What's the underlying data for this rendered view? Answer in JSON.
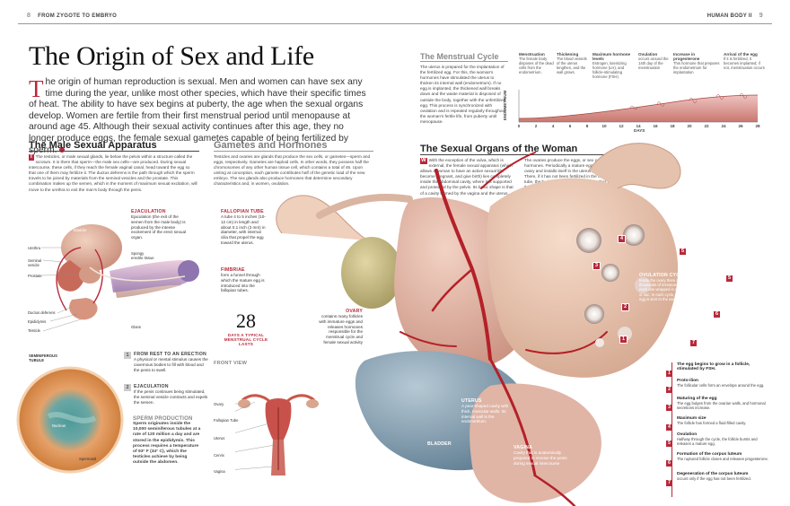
{
  "header": {
    "left_page": "8",
    "left_title": "FROM ZYGOTE TO EMBRYO",
    "right_title": "HUMAN BODY II",
    "right_page": "9"
  },
  "title": "The Origin of Sex and Life",
  "intro": {
    "dropcap": "T",
    "text": "he origin of human reproduction is sexual. Men and women can have sex any time during the year, unlike most other species, which have their specific times of heat. The ability to have sex begins at puberty, the age when the sexual organs develop. Women are fertile from their first menstrual period until menopause at around age 45. Although their sexual activity continues after this age, they no longer produce eggs, the female sexual gametes capable of being fertilized by sperm."
  },
  "male": {
    "heading": "The Male Sexual Apparatus",
    "body": "The testicles, or male sexual glands, lie below the pelvis within a structure called the scrotum. It is there that sperm—the male sex cells—are produced. During sexual intercourse, these cells, if they reach the female vaginal canal, head toward the egg so that one of them may fertilize it. The ductus deferens is the path through which the sperm travels to be joined by materials from the seminal vesicles and the prostate. This combination makes up the semen, which in the moment of maximum sexual excitation, will move to the urethra to exit the man's body through the penis.",
    "labels": {
      "bladder": "Bladder",
      "urethra": "Urethra",
      "seminal_vesicle": "Seminal vesicle",
      "prostate": "Prostate",
      "ductus_deferens": "Ductus deferens",
      "epididymis": "Epididymis",
      "testicle": "Testicle",
      "glans": "Glans",
      "spongy_tissue": "Spongy erectile tissue",
      "seminiferous_tubule": "SEMINIFEROUS TUBULE",
      "spermatid": "Spermatid",
      "nucleus": "Nucleus"
    },
    "ejaculation_caption": {
      "head": "EJACULATION",
      "text": "Ejaculation (the exit of the semen from the male body) is produced by the intense excitement of the erect sexual organ."
    },
    "steps": [
      {
        "num": "1",
        "head": "FROM REST TO AN ERECTION",
        "text": "A physical or mental stimulus causes the cavernous bodies to fill with blood and the penis to swell."
      },
      {
        "num": "2",
        "head": "EJACULATION",
        "text": "If the penis continues being stimulated, the seminal vesicle contracts and expels the semen."
      }
    ],
    "sperm": {
      "head": "SPERM PRODUCTION",
      "text": "Sperm originates inside the 10,000 seminiferous tubules at a rate of 120 million a day and are stored in the epididymis. This process requires a temperature of 93° F (34° C), which the testicles achieve by being outside the abdomen."
    }
  },
  "gametes": {
    "heading": "Gametes and Hormones",
    "body": "Testicles and ovaries are glands that produce the sex cells, or gametes—sperm and eggs, respectively. Gametes are haploid cells. In other words, they possess half the chromosomes of any other human tissue cell, which contains a total of 46. Upon uniting at conception, each gamete contributes half of the genetic load of the new embryo. The sex glands also produce hormones that determine secondary characteristics and, in women, ovulation.",
    "fallopian": {
      "head": "FALLOPIAN TUBE",
      "text": "A tube 4 to 5 inches (10-12 cm) in length and about 0.1 inch (3 mm) in diameter, with internal cilia that propel the egg toward the uterus."
    },
    "fimbriae": {
      "head": "FIMBRIAE",
      "text": "form a funnel through which the mature egg is introduced into the fallopian tubes."
    },
    "ovary": {
      "head": "OVARY",
      "text": "contains many follicles with immature eggs and releases hormones responsible for the menstrual cycle and female sexual activity"
    },
    "stat": {
      "number": "28",
      "label": "DAYS A TYPICAL MENSTRUAL CYCLE LASTS"
    },
    "front_view": {
      "head": "FRONT VIEW",
      "labels": [
        "Ovary",
        "Fallopian Tube",
        "Uterus",
        "Cervix",
        "Vagina"
      ]
    }
  },
  "menstrual": {
    "heading": "The Menstrual Cycle",
    "body": "The uterus is prepared for the implantation of the fertilized egg. For this, the woman's hormones have stimulated the uterus to thicken its internal wall (endometrium). If no egg is implanted, the thickened wall breaks down and the waste material is disposed of outside the body, together with the unfertilized egg. This process is synchronized with ovulation and is repeated regularly throughout the woman's fertile life, from puberty until menopause.",
    "phases": [
      {
        "head": "Menstruation",
        "text": "The female body disposes of the dead cells from the endometrium."
      },
      {
        "head": "Thickening",
        "text": "The blood vessels of the uterus lengthen, and the wall grows."
      },
      {
        "head": "Maximum hormone levels",
        "text": "Estrogen, luteinizing hormone (LH), and follicle-stimulating hormone (FSH)"
      },
      {
        "head": "Ovulation",
        "text": "occurs around the 14th day of the menstruation"
      },
      {
        "head": "Increase in progesterone",
        "text": "This hormone that prepares the endometrium for implantation"
      },
      {
        "head": "Arrival of the egg",
        "text": "If it is fertilized, it becomes implanted; if not, menstruation occurs"
      }
    ],
    "ylabel": "ENDOMETRIUM",
    "xlabel": "DAYS",
    "days": [
      "0",
      "2",
      "4",
      "6",
      "8",
      "10",
      "12",
      "14",
      "16",
      "18",
      "20",
      "22",
      "24",
      "26",
      "28"
    ]
  },
  "female": {
    "heading": "The Sexual Organs of the Woman",
    "body": "With the exception of the vulva, which is external, the female sexual apparatus (which allows a woman to have an active sexual life, become pregnant, and give birth) lies completely inside the abdominal cavity, where it is supported and protected by the pelvis. Its basic shape is that of a cavity formed by the vagina and the uterus. The ovaries produce the eggs, or sex cells, and hormones. Periodically a mature egg leaves the ovary and installs itself in the uterus (ovulation). There, if it has not been fertilized in the fallopian tube, the body will expel it naturally together with the residues of the endometrium (menstruation).",
    "ovulation_cycle": {
      "head": "OVULATION CYCLE",
      "text": "Inside the ovary there are thousands of immature eggs, each one wrapped in a follicle, or sac. In each cycle, a mature egg is sent to the uterus."
    },
    "uterus": {
      "head": "UTERUS",
      "text": "A pear-shaped cavity with thick, muscular walls. Its internal wall is the endometrium."
    },
    "bladder": "BLADDER",
    "vagina": {
      "head": "VAGINA",
      "text": "Cavity that is anatomically prepared to receive the penis during sexual intercourse"
    },
    "legend": [
      {
        "num": "1",
        "title": "The egg begins to grow in a follicle, stimulated by FSH.",
        "text": ""
      },
      {
        "num": "2",
        "title": "Proto-ilion",
        "text": "The follicular cells form an envelope around the egg."
      },
      {
        "num": "3",
        "title": "Maturing of the egg",
        "text": "The egg bulges from the ovarian walls, and hormonal secretions increase."
      },
      {
        "num": "4",
        "title": "Maximum size",
        "text": "The follicle has formed a fluid-filled cavity."
      },
      {
        "num": "5",
        "title": "Ovulation",
        "text": "Halfway through the cycle, the follicle bursts and releases a mature egg."
      },
      {
        "num": "6",
        "title": "Formation of the corpus luteum",
        "text": "The ruptured follicle closes and releases progesterone."
      },
      {
        "num": "7",
        "title": "Degeneration of the corpus luteum",
        "text": "occurs only if the egg has not been fertilized."
      }
    ]
  },
  "colors": {
    "accent": "#b8293a",
    "flesh": "#e6c2ae",
    "muscle": "#c9584a",
    "bladder_blue": "#8aa4b4"
  }
}
